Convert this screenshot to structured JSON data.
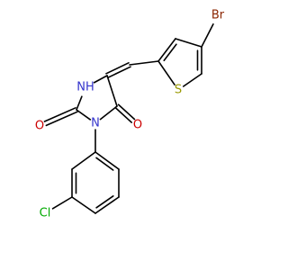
{
  "molecule": {
    "atoms": [
      {
        "id": "NH",
        "label": "NH",
        "color": "#3333cc"
      },
      {
        "id": "N3",
        "label": "N",
        "color": "#3333cc"
      },
      {
        "id": "O2",
        "label": "O",
        "color": "#cc0000"
      },
      {
        "id": "O4",
        "label": "O",
        "color": "#cc0000"
      },
      {
        "id": "S",
        "label": "S",
        "color": "#999900"
      },
      {
        "id": "Br",
        "label": "Br",
        "color": "#8b2500"
      },
      {
        "id": "Cl",
        "label": "Cl",
        "color": "#00aa00"
      }
    ]
  }
}
